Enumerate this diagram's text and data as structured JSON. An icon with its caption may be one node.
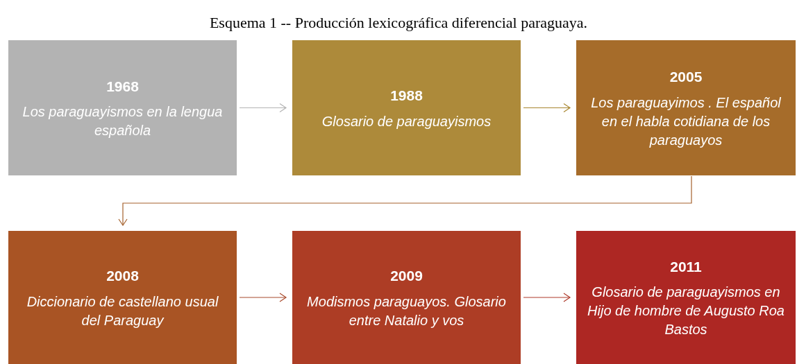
{
  "diagram": {
    "title": "Esquema 1 -- Producción lexicográfica diferencial paraguaya.",
    "nodes": [
      {
        "text": [
          "1968",
          "Los paraguayismos en la lengua española"
        ]
      },
      {
        "text": [
          "1988",
          "Glosario de paraguayismos"
        ]
      },
      {
        "text": [
          "2005",
          "Los paraguayimos . El español en el habla cotidiana de los paraguayos"
        ]
      },
      {
        "text": [
          "2008",
          "Diccionario de castellano usual del Paraguay"
        ]
      },
      {
        "text": [
          "2009",
          "Modismos paraguayos. Glosario entre Natalio y vos"
        ]
      },
      {
        "text": [
          "2011",
          "Glosario de paraguayismos en Hijo de hombre de Augusto Roa Bastos"
        ]
      }
    ],
    "edges": [
      {
        "from": 0,
        "to": 1,
        "arrow": "to",
        "color": "#b3b3b3"
      },
      {
        "from": 1,
        "to": 2,
        "arrow": "to",
        "color": "#a8862f"
      },
      {
        "from": 2,
        "to": 3,
        "arrow": "to",
        "color": "#a5612c"
      },
      {
        "from": 3,
        "to": 4,
        "arrow": "to",
        "color": "#a84a2c"
      },
      {
        "from": 4,
        "to": 5,
        "arrow": "to",
        "color": "#ae3a2a"
      }
    ]
  }
}
